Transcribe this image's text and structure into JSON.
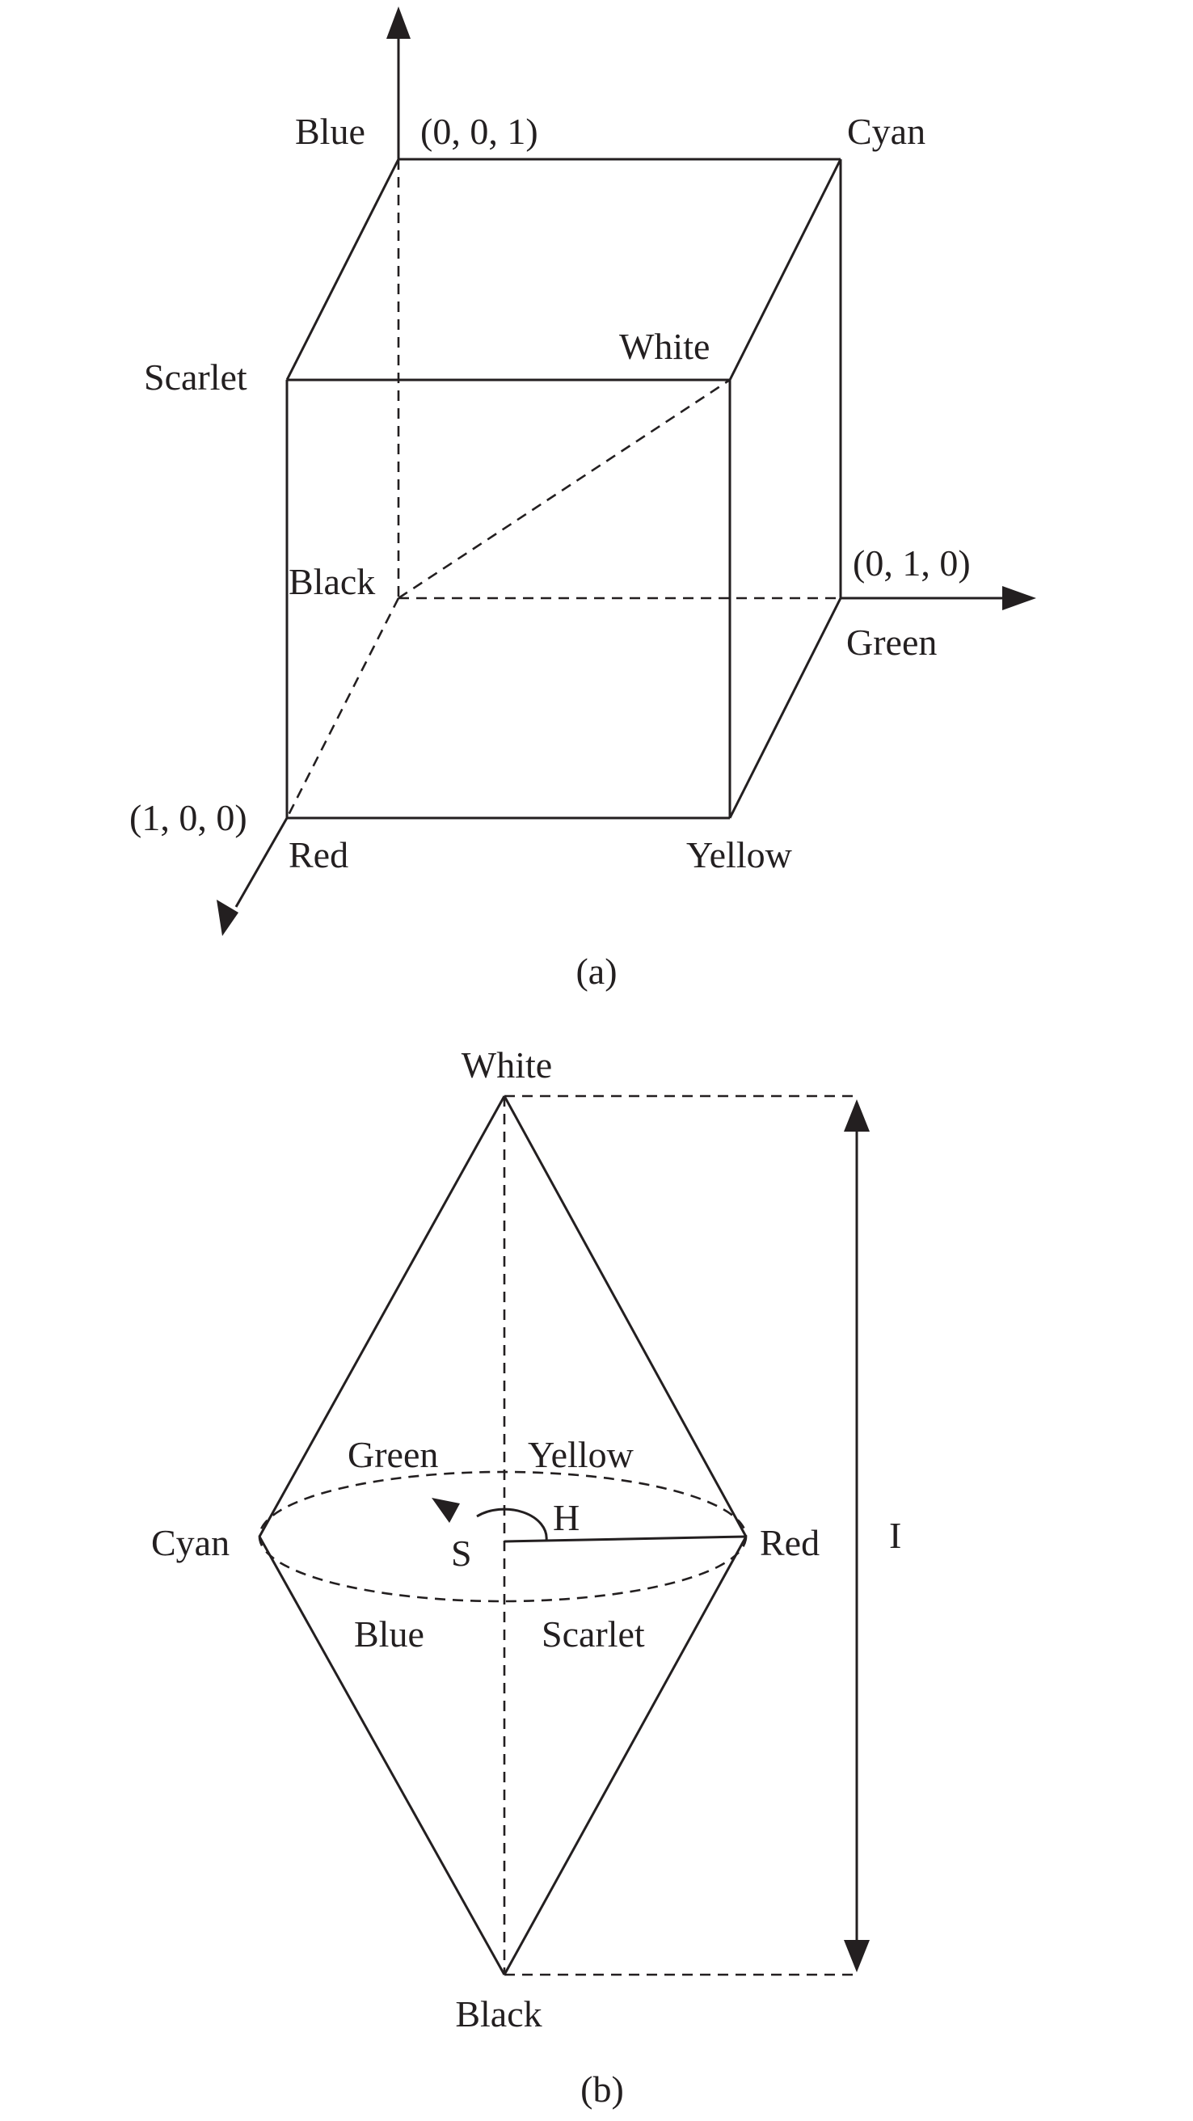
{
  "figure_a": {
    "caption": "(a)",
    "labels": {
      "blue": "Blue",
      "coord_001": "(0, 0, 1)",
      "cyan": "Cyan",
      "scarlet": "Scarlet",
      "white": "White",
      "black": "Black",
      "coord_010": "(0, 1, 0)",
      "green": "Green",
      "coord_100": "(1, 0, 0)",
      "red": "Red",
      "yellow": "Yellow"
    }
  },
  "figure_b": {
    "caption": "(b)",
    "labels": {
      "white": "White",
      "green": "Green",
      "yellow": "Yellow",
      "h": "H",
      "cyan": "Cyan",
      "s": "S",
      "red": "Red",
      "i": "I",
      "blue": "Blue",
      "scarlet": "Scarlet",
      "black": "Black"
    }
  },
  "colors": {
    "ink": "#231f20",
    "background": "#ffffff"
  }
}
